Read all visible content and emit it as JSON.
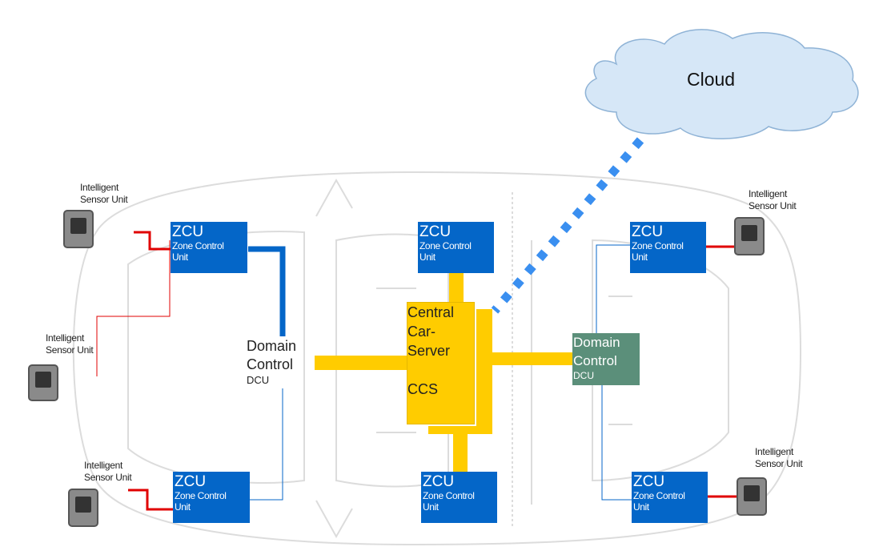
{
  "cloud": {
    "label": "Cloud"
  },
  "zcu": {
    "title": "ZCU",
    "subtitle_line1": "Zone Control",
    "subtitle_line2": "Unit"
  },
  "ccs": {
    "line1": "Central",
    "line2": "Car-",
    "line3": "Server",
    "line4": "CCS"
  },
  "domain_control": {
    "line1": "Domain",
    "line2": "Control",
    "abbr": "DCU"
  },
  "sensor": {
    "line1": "Intelligent",
    "line2": "Sensor Unit"
  },
  "colors": {
    "zcu_blue": "#0466c8",
    "ccs_yellow": "#ffcc00",
    "dcu_green": "#5b8f7a",
    "cloud_fill": "#d6e7f7",
    "cloud_link": "#3a8ff0",
    "sensor_link": "#e00000"
  }
}
